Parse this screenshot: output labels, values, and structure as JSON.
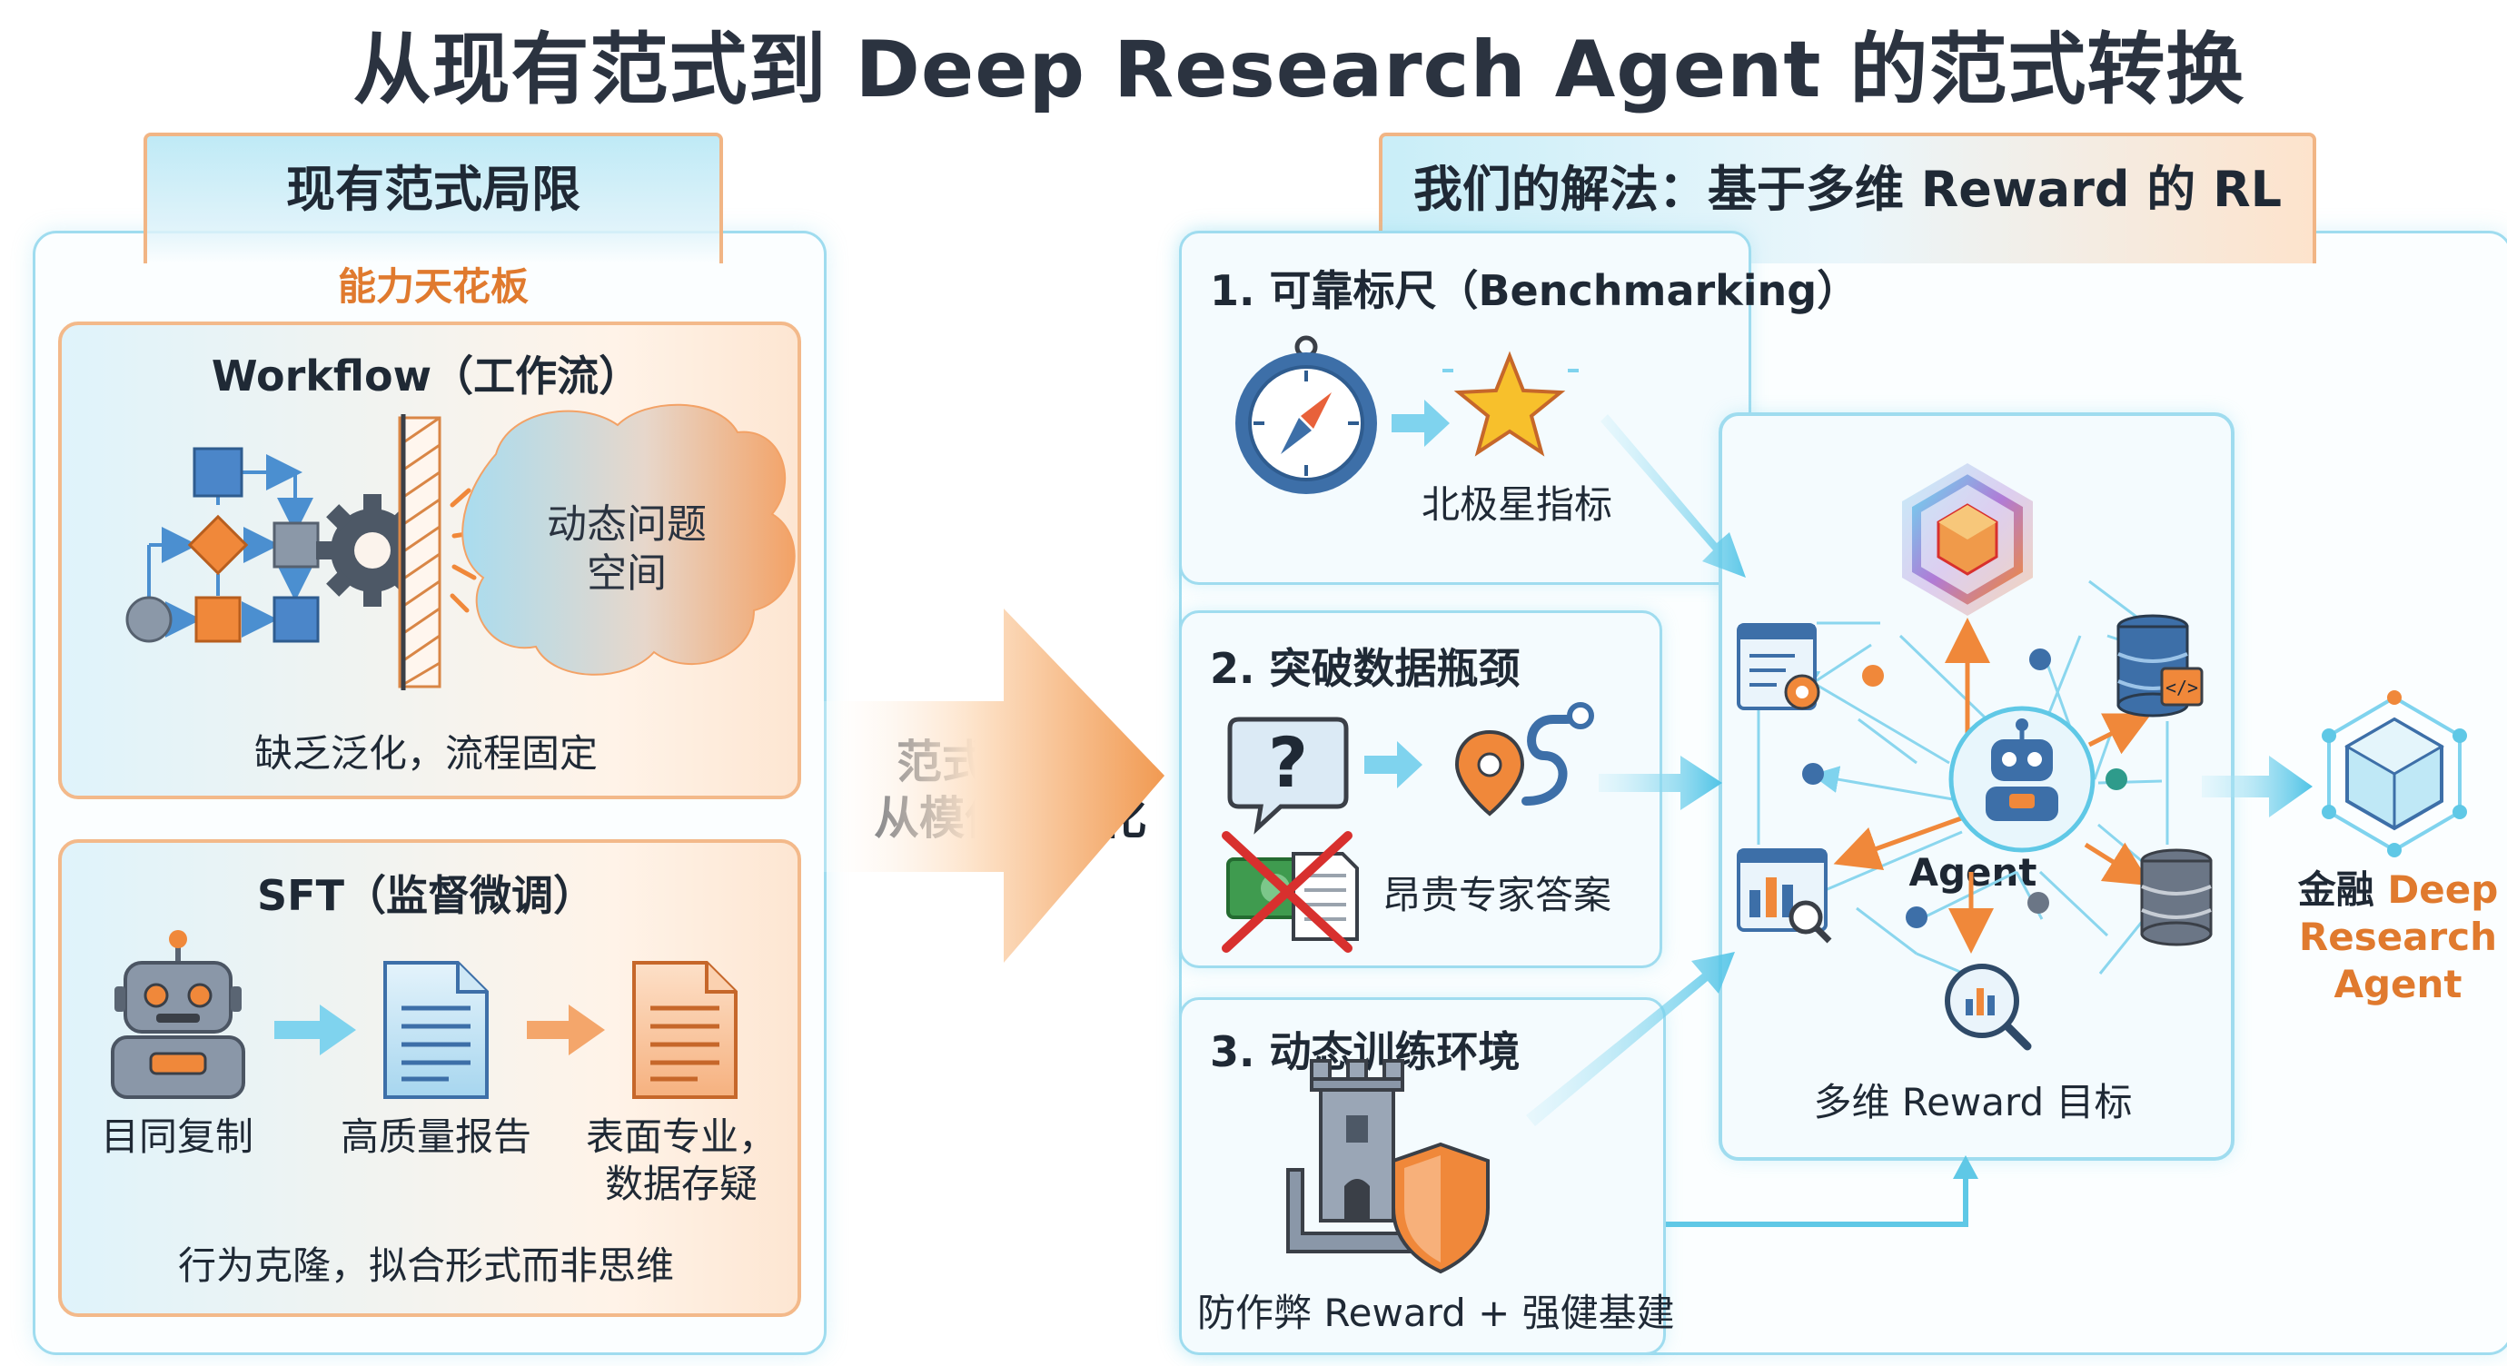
{
  "title": "从现有范式到 Deep Research Agent 的范式转换",
  "left": {
    "tab": "现有范式局限",
    "subtitle": "能力天花板",
    "workflow": {
      "title": "Workflow（工作流）",
      "blob_text_1": "动态问题",
      "blob_text_2": "空间",
      "caption": "缺乏泛化，流程固定"
    },
    "sft": {
      "title": "SFT（监督微调）",
      "item1": "目同复制",
      "item2": "高质量报告",
      "item3_line1": "表面专业，",
      "item3_line2": "数据存疑",
      "caption": "行为克隆，拟合形式而非思维"
    }
  },
  "middle": {
    "line1": "范式转换：",
    "line2": "从模仿到优化"
  },
  "right": {
    "tab": "我们的解法：基于多维 Reward 的 RL",
    "section1": {
      "title": "1. 可靠标尺（Benchmarking）",
      "star_label": "北极星指标"
    },
    "section2": {
      "title": "2. 突破数据瓶颈",
      "label": "昂贵专家答案"
    },
    "section3": {
      "title": "3. 动态训练环境",
      "label": "防作弊 Reward + 强健基建"
    },
    "hub": {
      "agent_label": "Agent",
      "caption": "多维 Reward 目标"
    },
    "output": {
      "prefix": "金融",
      "line1": "Deep",
      "line2": "Research",
      "line3": "Agent"
    }
  },
  "colors": {
    "accent_orange": "#e07a2e",
    "accent_cyan": "#5fc8e6",
    "panel_border": "#9fdcef",
    "card_orange_border": "#f3b98a",
    "icon_blue": "#3d6fa8"
  }
}
